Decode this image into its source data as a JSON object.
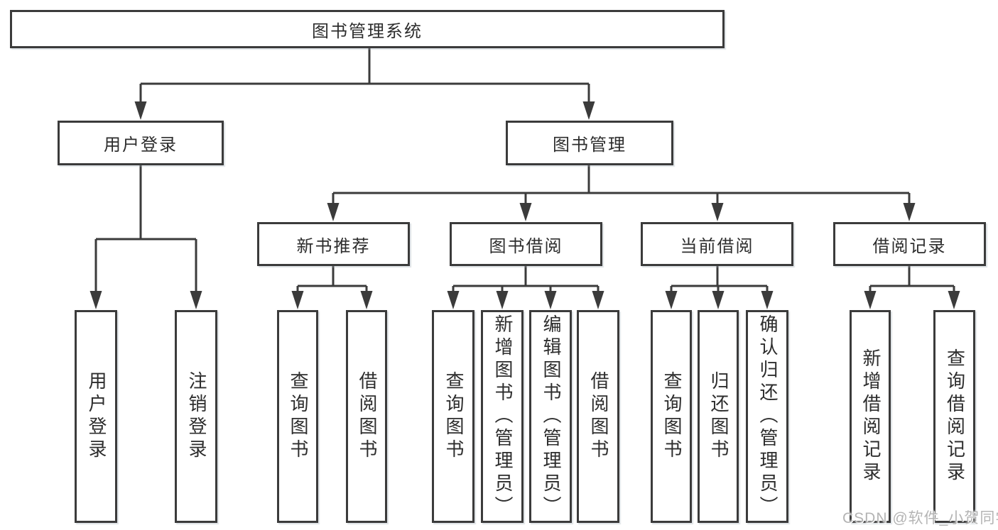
{
  "diagram": {
    "root_label": "图书管理系统",
    "branches": [
      {
        "label": "用户登录",
        "children": [
          "用户登录",
          "注销登录"
        ]
      },
      {
        "label": "图书管理",
        "modules": [
          {
            "label": "新书推荐",
            "children": [
              "查询图书",
              "借阅图书"
            ]
          },
          {
            "label": "图书借阅",
            "children": [
              "查询图书",
              "新增图书（管理员）",
              "编辑图书（管理员）",
              "借阅图书"
            ]
          },
          {
            "label": "当前借阅",
            "children": [
              "查询图书",
              "归还图书",
              "确认归还（管理员）"
            ]
          },
          {
            "label": "借阅记录",
            "children": [
              "新增借阅记录",
              "查询借阅记录"
            ]
          }
        ]
      }
    ]
  },
  "watermark": {
    "text": "CSDN @软件_小贺同学",
    "color": "#b4b4b4"
  },
  "colors": {
    "line": "#3b3b3b",
    "box_border": "#3b3b3b",
    "text": "#2d2d2d",
    "background": "#ffffff",
    "watermark": "#b4b4b4"
  }
}
